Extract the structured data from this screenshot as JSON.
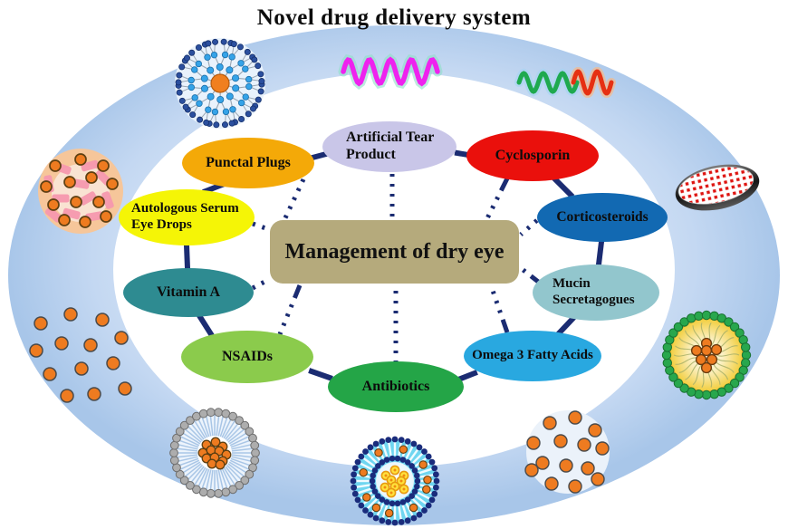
{
  "title": "Novel drug delivery system",
  "center_box": {
    "label": "Management of dry eye",
    "fill": "#B5AA7C"
  },
  "nodes": [
    {
      "id": "punctal-plugs",
      "label": "Punctal Plugs",
      "fill": "#F4A908"
    },
    {
      "id": "artificial-tear-product",
      "label": "Artificial Tear\nProduct",
      "fill": "#C9C6E8"
    },
    {
      "id": "cyclosporin",
      "label": "Cyclosporin",
      "fill": "#EA100C"
    },
    {
      "id": "corticosteroids",
      "label": "Corticosteroids",
      "fill": "#1269B2"
    },
    {
      "id": "mucin-secretagogues",
      "label": "Mucin\nSecretagogues",
      "fill": "#92C6CD"
    },
    {
      "id": "omega-3-fatty-acids",
      "label": "Omega 3 Fatty Acids",
      "fill": "#29A8E0"
    },
    {
      "id": "antibiotics",
      "label": "Antibiotics",
      "fill": "#24A547"
    },
    {
      "id": "nsaids",
      "label": "NSAIDs",
      "fill": "#8BCB4C"
    },
    {
      "id": "vitamin-a",
      "label": "Vitamin A",
      "fill": "#2E8B91"
    },
    {
      "id": "autologous-serum-eye-drops",
      "label": "Autologous Serum\nEye Drops",
      "fill": "#F5F506"
    }
  ],
  "colors": {
    "connector": "#1B2C72",
    "outer_ellipse_center": "#EAF2FB",
    "outer_ellipse_edge": "#A8C6E9",
    "inner_ellipse": "#FFFFFF",
    "orange_drug_dot": "#EE7B20"
  },
  "illustrations": [
    {
      "name": "dendrimer-icon"
    },
    {
      "name": "polymer-chain-magenta-icon"
    },
    {
      "name": "polymer-chain-green-red-icon"
    },
    {
      "name": "drug-loaded-contact-lens-icon"
    },
    {
      "name": "nanostructured-lipid-carrier-icon"
    },
    {
      "name": "nanoparticle-suspension-icon"
    },
    {
      "name": "bilayer-liposome-icon"
    },
    {
      "name": "micelle-icon"
    },
    {
      "name": "free-nanoparticles-icon"
    },
    {
      "name": "polymeric-nanoparticle-icon"
    }
  ]
}
